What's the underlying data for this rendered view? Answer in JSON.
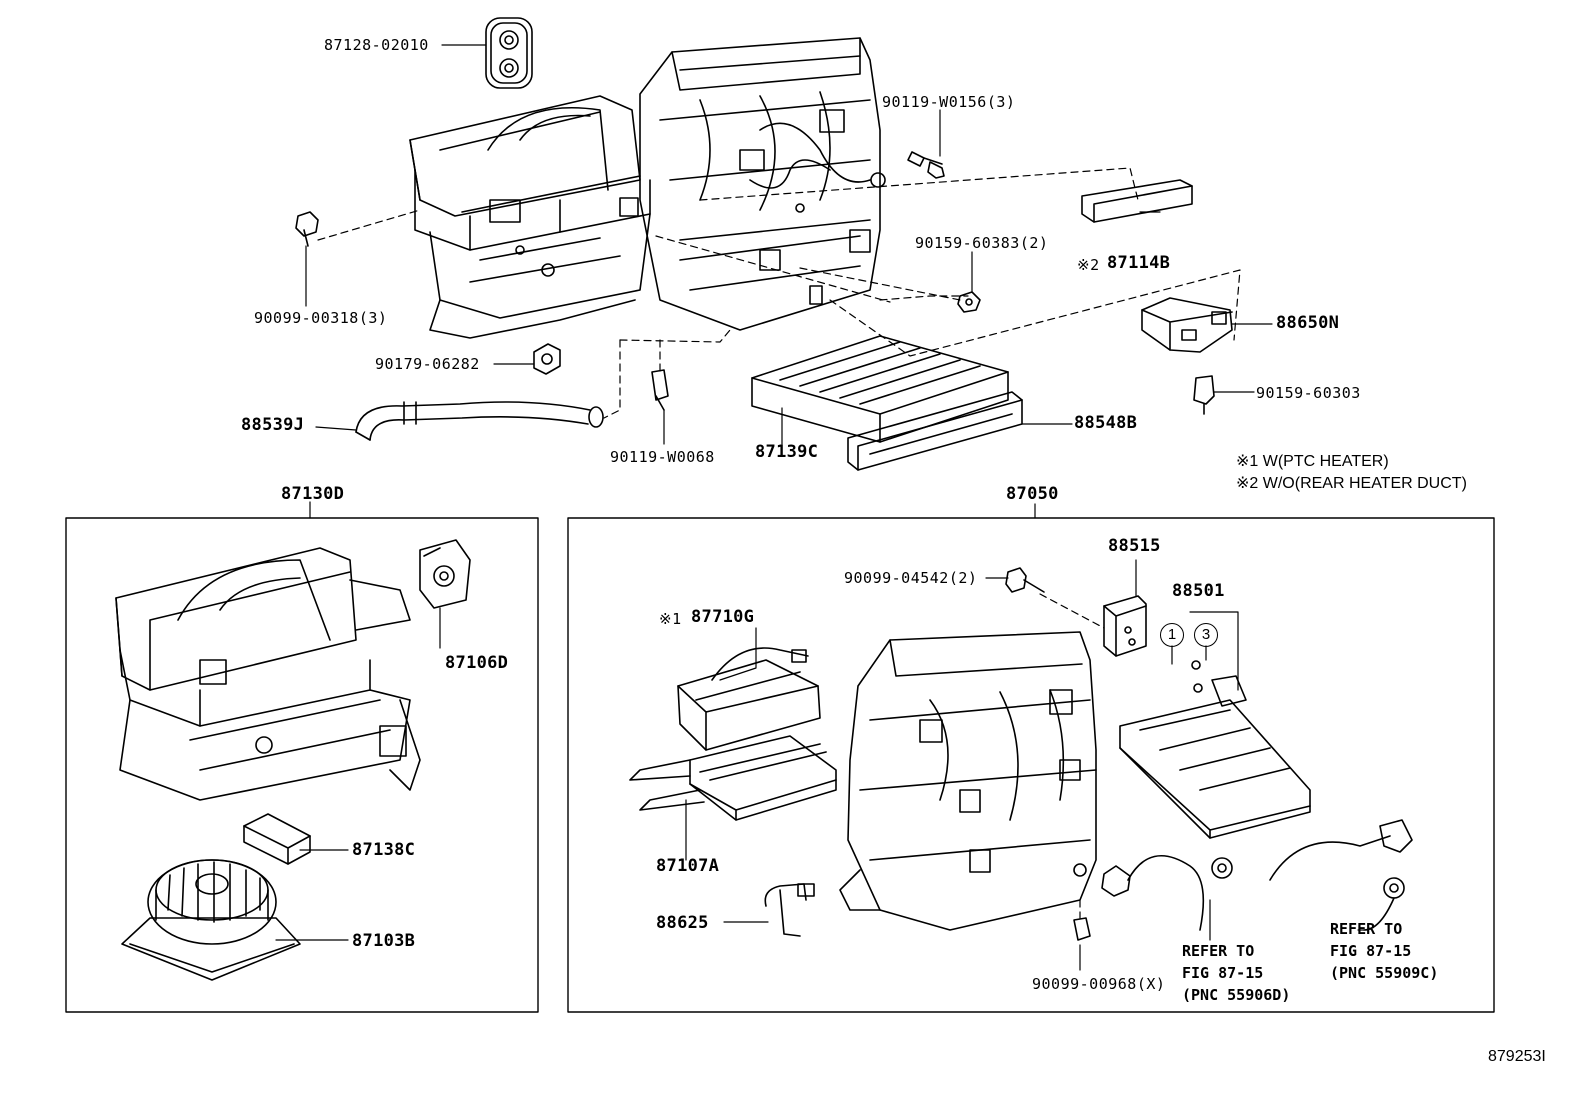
{
  "part_labels": {
    "p87128": "87128-02010",
    "p90119a": "90119-W0156(3)",
    "p90159a": "90159-60383(2)",
    "p87114": "87114B",
    "p90099a": "90099-00318(3)",
    "p88650": "88650N",
    "p90179": "90179-06282",
    "p90159b": "90159-60303",
    "p88539": "88539J",
    "p88548": "88548B",
    "p90119b": "90119-W0068",
    "p87139": "87139C",
    "p87130": "87130D",
    "p87050": "87050",
    "p87106": "87106D",
    "p88515": "88515",
    "p90099b": "90099-04542(2)",
    "p88501": "88501",
    "p87710": "87710G",
    "p87138": "87138C",
    "p87107": "87107A",
    "p88625": "88625",
    "p87103": "87103B",
    "p90099c": "90099-00968(X)"
  },
  "marks": {
    "m2": "※2",
    "m1": "※1"
  },
  "circled": [
    "1",
    "3"
  ],
  "notes": [
    "※1 W(PTC HEATER)",
    "※2 W/O(REAR HEATER DUCT)"
  ],
  "refs": {
    "left": "REFER TO\nFIG 87-15\n(PNC 55906D)",
    "right": "REFER TO\nFIG 87-15\n(PNC 55909C)"
  },
  "figure_id": "879253I"
}
